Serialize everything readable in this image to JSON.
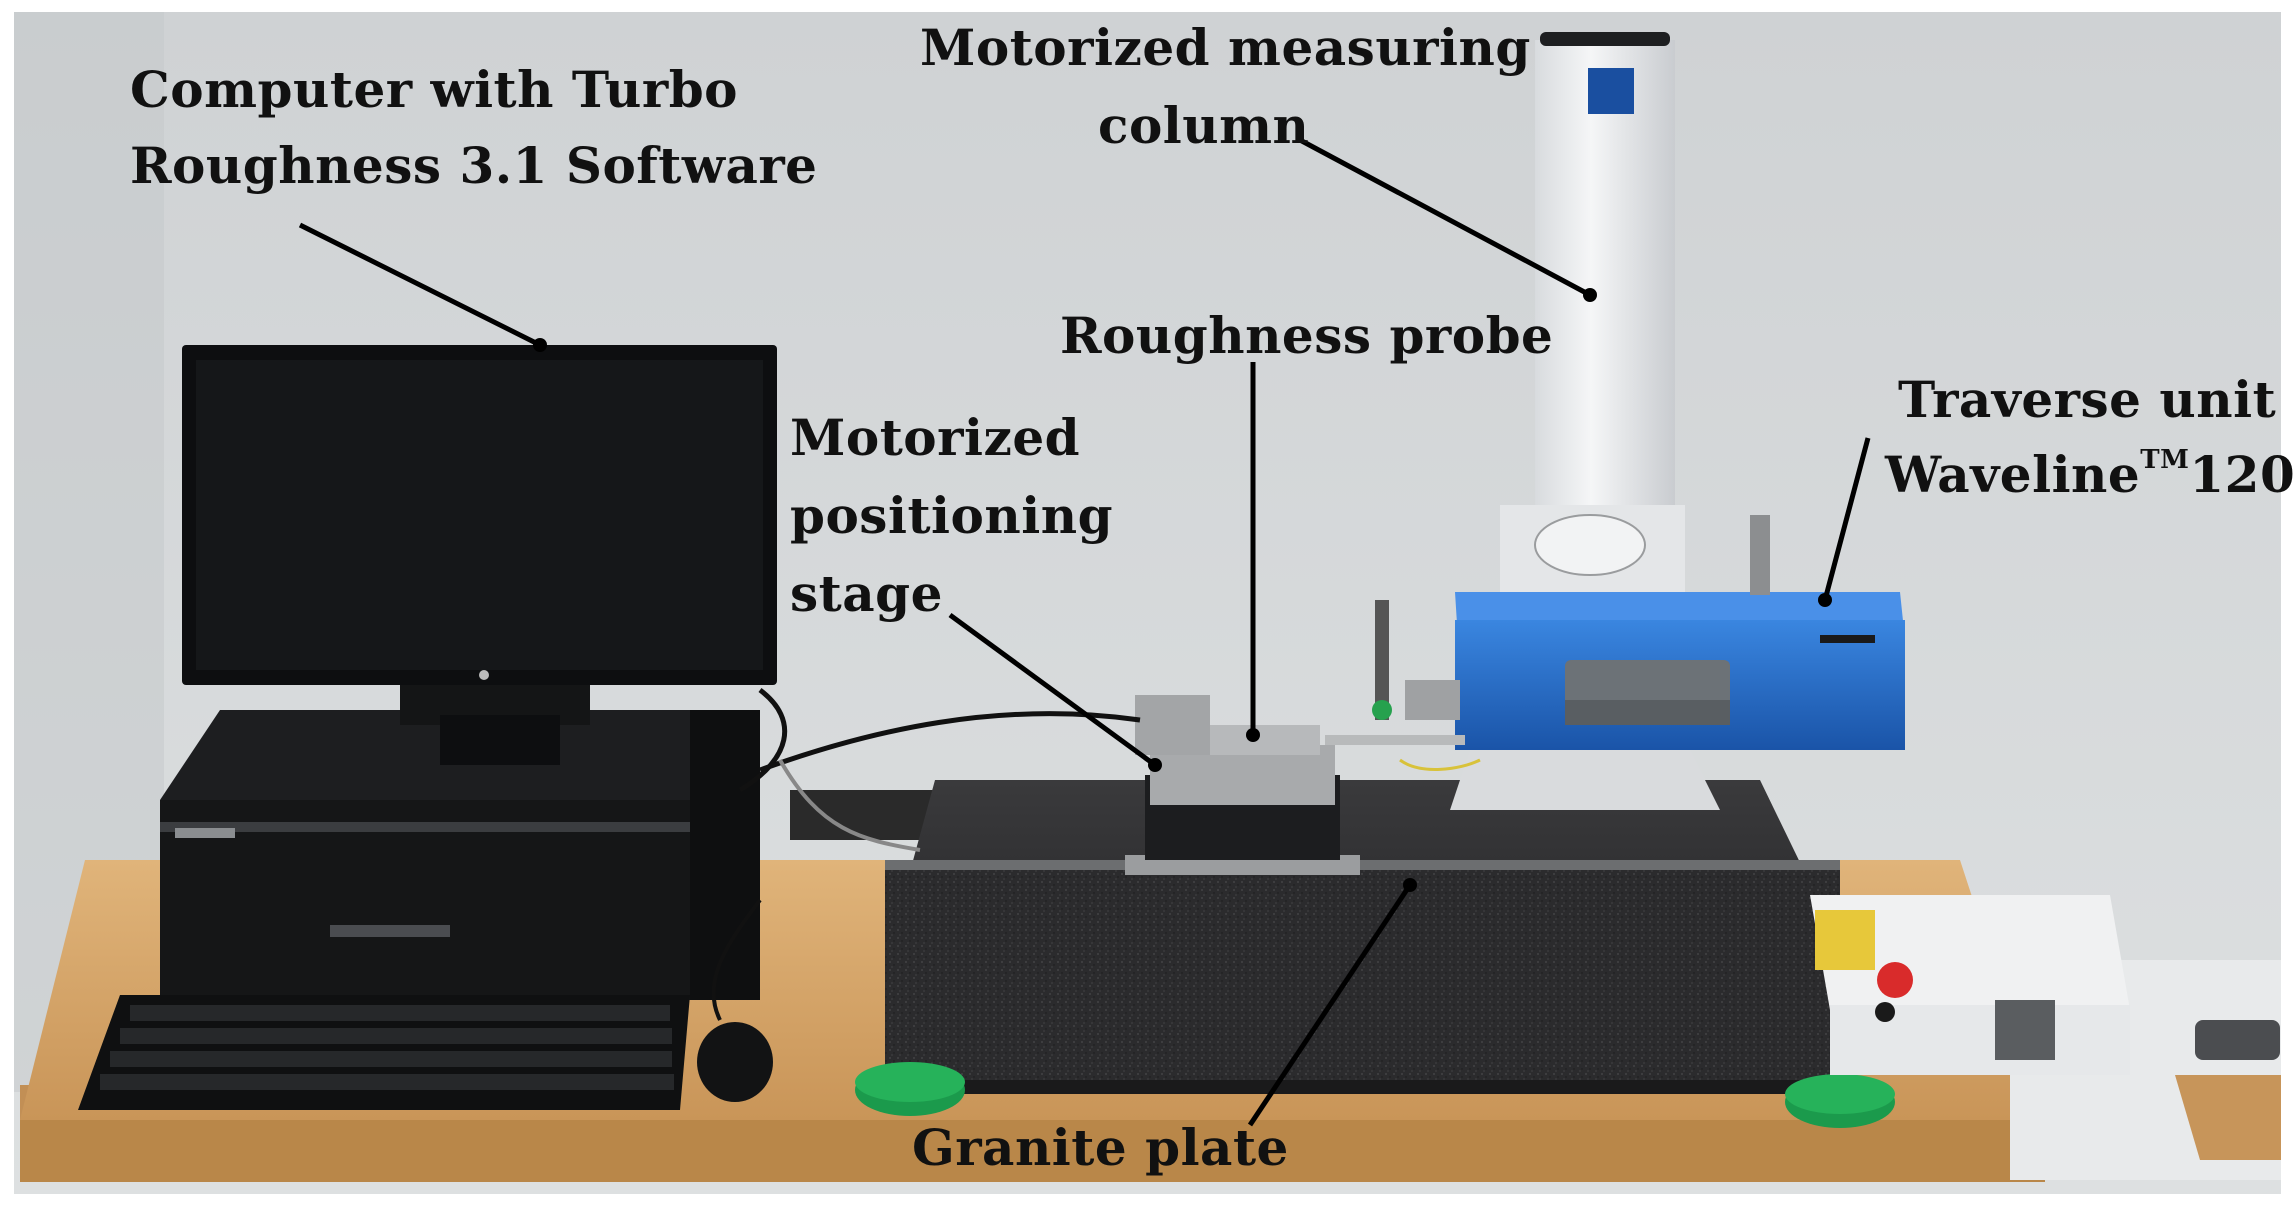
{
  "image": {
    "description_free": true,
    "colors": {
      "wall": "#d6d8d9",
      "table": "#d9a96a",
      "granite": "#2c2c2e",
      "monitor": "#111214",
      "traverse_unit": "#1f66c4",
      "column": "#eef0f2",
      "feet": "#1b9a4c"
    }
  },
  "labels": {
    "computer_line1": "Computer with Turbo",
    "computer_line2": "Roughness 3.1 Software",
    "column_line1": "Motorized measuring",
    "column_line2": "column",
    "probe": "Roughness probe",
    "traverse_line1": "Traverse unit",
    "traverse_line2_text": "Waveline",
    "traverse_line2_tm": "TM",
    "traverse_line2_num": "120",
    "stage_line1": "Motorized",
    "stage_line2": "positioning",
    "stage_line3": "stage",
    "granite": "Granite plate"
  }
}
